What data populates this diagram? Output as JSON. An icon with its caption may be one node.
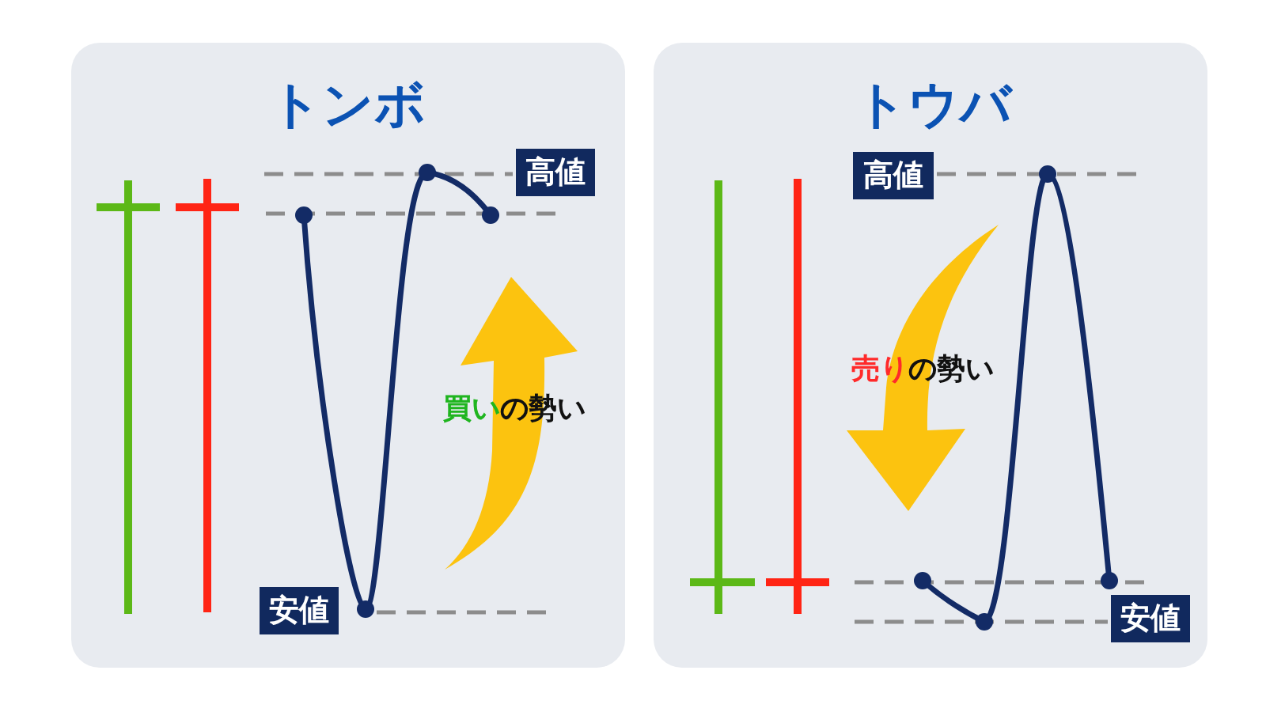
{
  "diagram": {
    "nodes": [
      {
        "text": [
          "トンボ"
        ]
      },
      {
        "text": [
          "高値"
        ],
        "in": 0
      },
      {
        "text": [
          "安値"
        ],
        "in": 0
      },
      {
        "text": [
          "トウバ"
        ]
      },
      {
        "text": [
          "高値"
        ],
        "in": 3
      },
      {
        "text": [
          "安値"
        ],
        "in": 3
      }
    ],
    "labels": [
      "**買い**の勢い",
      "**売り**の勢い"
    ]
  }
}
